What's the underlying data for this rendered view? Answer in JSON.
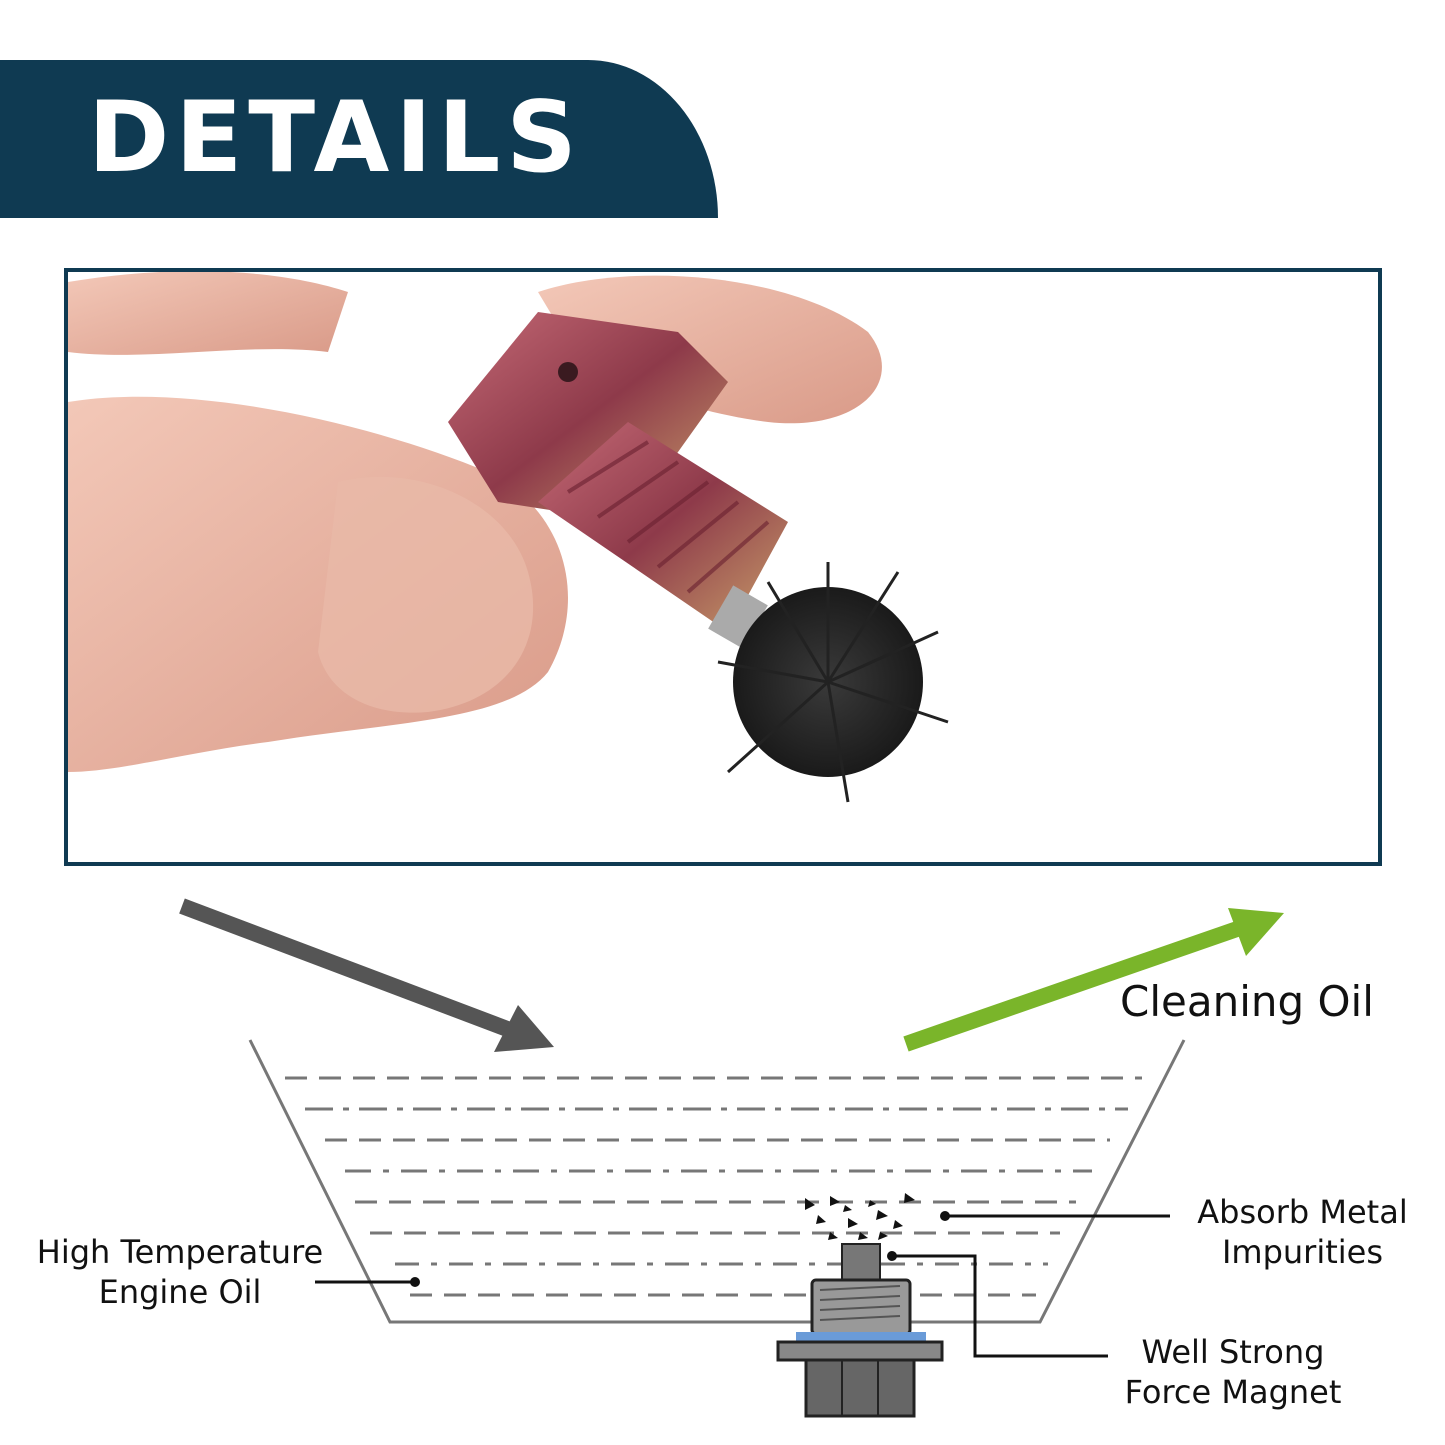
{
  "banner": {
    "title": "DETAILS"
  },
  "labels": {
    "cleaning_oil": "Cleaning Oil",
    "high_temp_line1": "High Temperature",
    "high_temp_line2": "Engine Oil",
    "absorb_line1": "Absorb Metal",
    "absorb_line2": "Impurities",
    "magnet_line1": "Well Strong",
    "magnet_line2": "Force Magnet"
  },
  "colors": {
    "banner": "#0f3a52",
    "frame_border": "#0f3a52",
    "arrow_in": "#555555",
    "arrow_out": "#7ab52a",
    "washer": "#6a9bd8"
  }
}
